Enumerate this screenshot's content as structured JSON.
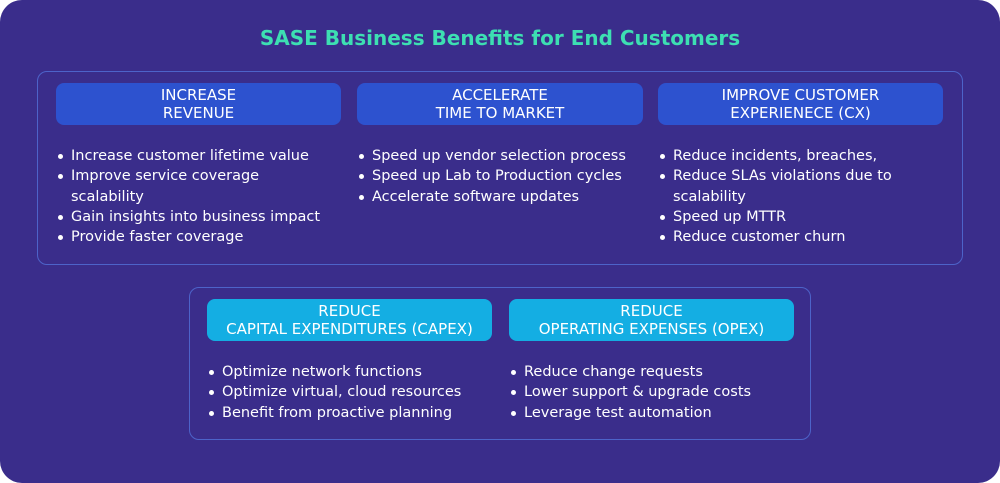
{
  "title": "SASE Business Benefits for End Customers",
  "top": [
    {
      "h1": "INCREASE",
      "h2": "REVENUE",
      "items": [
        "Increase customer lifetime value",
        "Improve service coverage scalability",
        "Gain insights into business impact",
        "Provide faster coverage"
      ]
    },
    {
      "h1": "ACCELERATE",
      "h2": "TIME TO MARKET",
      "items": [
        "Speed up vendor selection process",
        "Speed up Lab to Production cycles",
        "Accelerate software updates"
      ]
    },
    {
      "h1": "IMPROVE CUSTOMER",
      "h2": "EXPERIENECE (CX)",
      "items": [
        "Reduce incidents, breaches,",
        "Reduce SLAs violations due to scalability",
        "Speed up MTTR",
        "Reduce customer churn"
      ]
    }
  ],
  "bottom": [
    {
      "h1": "REDUCE",
      "h2": "CAPITAL EXPENDITURES (CAPEX)",
      "items": [
        "Optimize network functions",
        "Optimize virtual, cloud resources",
        "Benefit from proactive planning"
      ]
    },
    {
      "h1": "REDUCE",
      "h2": "OPERATING EXPENSES (OPEX)",
      "items": [
        "Reduce change requests",
        "Lower support & upgrade costs",
        "Leverage test automation"
      ]
    }
  ]
}
